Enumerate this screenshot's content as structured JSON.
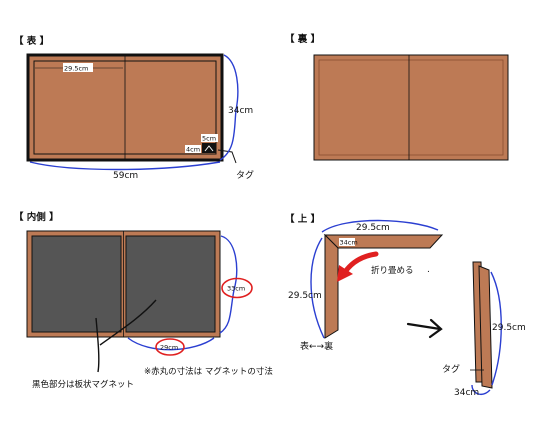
{
  "colors": {
    "wood": "#bd7a55",
    "wood_line": "#8a4e30",
    "outline": "#111111",
    "magnet": "#555555",
    "blue": "#2b3fd1",
    "red": "#e02020"
  },
  "sections": {
    "front": "【 表 】",
    "back": "【 裏 】",
    "inside": "【 内側 】",
    "top": "【 上 】"
  },
  "front_labels": {
    "width_half": "29.5cm",
    "height": "34cm",
    "width_full": "59cm",
    "tag_w": "5cm",
    "tag_h": "4cm",
    "tag": "タグ"
  },
  "inside_labels": {
    "magnet_h": "33cm",
    "magnet_w": "29cm",
    "black_note": "黒色部分は板状マグネット",
    "red_note": "※赤丸の寸法は マグネットの寸法"
  },
  "top_labels": {
    "width_top": "29.5cm",
    "thickness": "34cm",
    "fold": "折り畳める",
    "left_side": "29.5cm",
    "front_back": "表←→裏",
    "folded_len": "29.5cm",
    "tag": "タグ",
    "folded_h": "34cm"
  }
}
